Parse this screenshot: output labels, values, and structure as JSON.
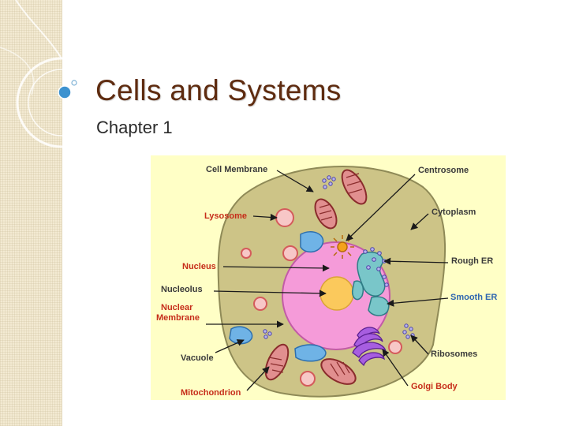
{
  "slide": {
    "title": "Cells and Systems",
    "subtitle": "Chapter 1"
  },
  "diagram": {
    "labels": {
      "cell_membrane": "Cell Membrane",
      "lysosome": "Lysosome",
      "nucleus": "Nucleus",
      "nucleolus": "Nucleolus",
      "nuclear_membrane_line1": "Nuclear",
      "nuclear_membrane_line2": "Membrane",
      "vacuole": "Vacuole",
      "mitochondrion": "Mitochondrion",
      "centrosome": "Centrosome",
      "cytoplasm": "Cytoplasm",
      "rough_er": "Rough ER",
      "smooth_er": "Smooth ER",
      "ribosomes": "Ribosomes",
      "golgi_body": "Golgi Body"
    },
    "colors": {
      "background": "#ffffc6",
      "cytoplasm": "#cdc487",
      "nucleus": "#f59bd9",
      "nucleolus": "#fbc95c",
      "label_dark": "#3a3a3a",
      "label_red": "#c62d1a",
      "label_blue": "#2e66b0"
    }
  }
}
